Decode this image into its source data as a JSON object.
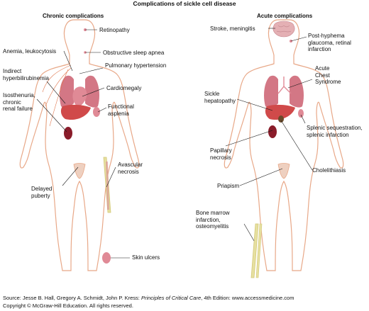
{
  "title": "Complications of sickle cell disease",
  "chronic": {
    "heading": "Chronic complications",
    "labels": {
      "retinopathy": "Retinopathy",
      "sleep_apnea": "Obstructive sleep apnea",
      "anemia": "Anemia, leukocytosis",
      "pulm_htn": "Pulmonary hypertension",
      "indirect_1": "Indirect",
      "indirect_2": "hyperbilirubinemia",
      "cardiomegaly": "Cardiomegaly",
      "isosth_1": "Isosthenuria,",
      "isosth_2": "chronic",
      "isosth_3": "renal failure",
      "asplenia_1": "Functional",
      "asplenia_2": "asplenia",
      "avascular_1": "Avascular",
      "avascular_2": "necrosis",
      "puberty_1": "Delayed",
      "puberty_2": "puberty",
      "ulcers": "Skin ulcers"
    }
  },
  "acute": {
    "heading": "Acute complications",
    "labels": {
      "stroke": "Stroke, meningitis",
      "hyphema_1": "Post-hyphema",
      "hyphema_2": "glaucoma, retinal",
      "hyphema_3": "infarction",
      "acs_1": "Acute",
      "acs_2": "Chest",
      "acs_3": "Syndrome",
      "hepatopathy_1": "Sickle",
      "hepatopathy_2": "hepatopathy",
      "splenic_1": "Splenic sequestration,",
      "splenic_2": "splenic infarction",
      "papillary_1": "Papillary",
      "papillary_2": "necrosis",
      "chole": "Cholelithiasis",
      "priapism": "Priapism",
      "marrow_1": "Bone marrow",
      "marrow_2": "infarction,",
      "marrow_3": "osteomyelitis"
    }
  },
  "source": {
    "prefix": "Source: Jesse B. Hall, Gregory A. Schmidt, John P. Kress: ",
    "book": "Principles of Critical Care",
    "suffix": ", 4th Edition: www.accessmedicine.com",
    "copyright": "Copyright © McGraw-Hill Education. All rights reserved."
  },
  "colors": {
    "body_outline": "#e8a888",
    "organ": "#c44a5c",
    "organ_light": "#e08a96",
    "liver": "#d04a4a",
    "kidney": "#8a1c2a",
    "bone": "#e6e0a0",
    "brain": "#e4b0b4",
    "leader": "#1a1a1a"
  }
}
